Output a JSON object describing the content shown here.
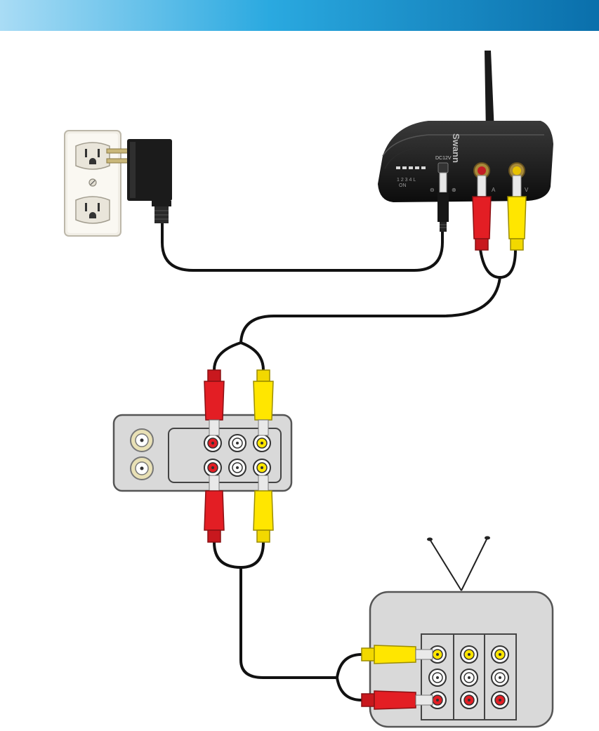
{
  "header": {
    "gradient_start": "#a9dcf5",
    "gradient_mid": "#2aa9e0",
    "gradient_end": "#0a6fab"
  },
  "receiver": {
    "brand_text": "Swann",
    "power_label": "DC12V",
    "dip_numbers": "1 2 3 4 L",
    "dip_on_label": "ON",
    "audio_label": "A",
    "video_label": "V"
  },
  "colors": {
    "audio_red": "#e31e24",
    "video_yellow": "#ffe600",
    "cable_black": "#111111",
    "device_gray": "#d9d9d9",
    "device_border": "#555555",
    "outlet_plate": "#f1eee6"
  },
  "icons": [
    "wall-outlet-icon",
    "power-adapter-icon",
    "wireless-receiver-icon",
    "vcr-panel-icon",
    "television-icon",
    "antenna-icon"
  ]
}
